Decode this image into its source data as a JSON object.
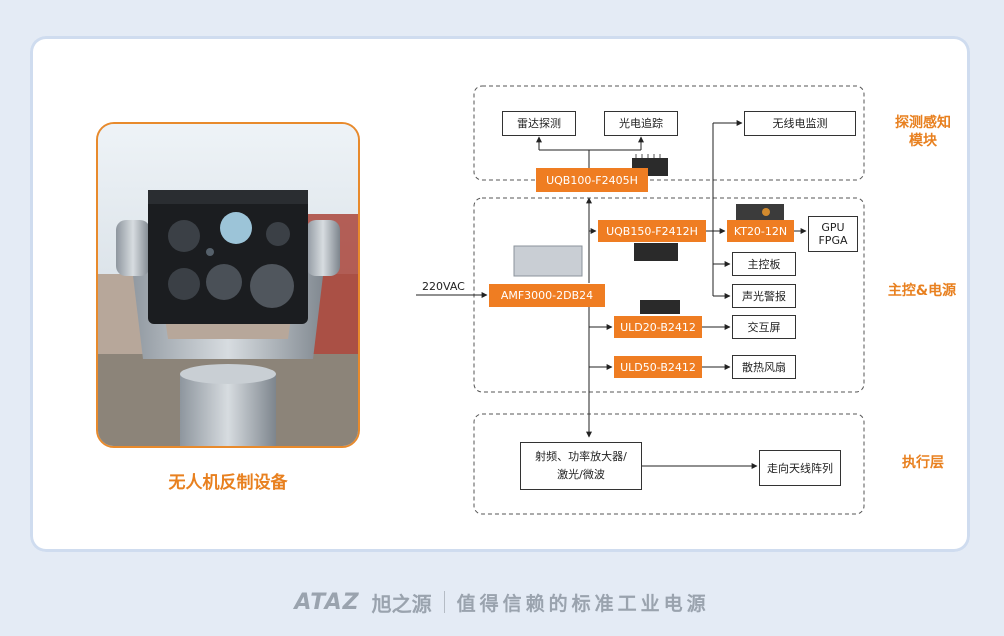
{
  "caption": "无人机反制设备",
  "sections": {
    "sensing": "探测感知\n模块",
    "control": "主控&电源",
    "exec": "执行层"
  },
  "input_voltage": "220VAC",
  "nodes": {
    "radar": "雷达探测",
    "optical": "光电追踪",
    "wireless": "无线电监测",
    "uqb100": "UQB100-F2405H",
    "uqb150": "UQB150-F2412H",
    "kt20": "KT20-12N",
    "gpu": "GPU\nFPGA",
    "mainboard": "主控板",
    "alarm": "声光警报",
    "amf3000": "AMF3000-2DB24",
    "uld20": "ULD20-B2412",
    "uld50": "ULD50-B2412",
    "hmi": "交互屏",
    "fan": "散热风扇",
    "rf": "射频、功率放大器/\n激光/微波",
    "antenna": "走向天线阵列"
  },
  "footer": {
    "logo": "ATAZ",
    "brand": "旭之源",
    "slogan": "值得信赖的标准工业电源"
  },
  "colors": {
    "accent": "#ef7d22",
    "caption": "#e8801f",
    "background": "#e4ebf5"
  }
}
